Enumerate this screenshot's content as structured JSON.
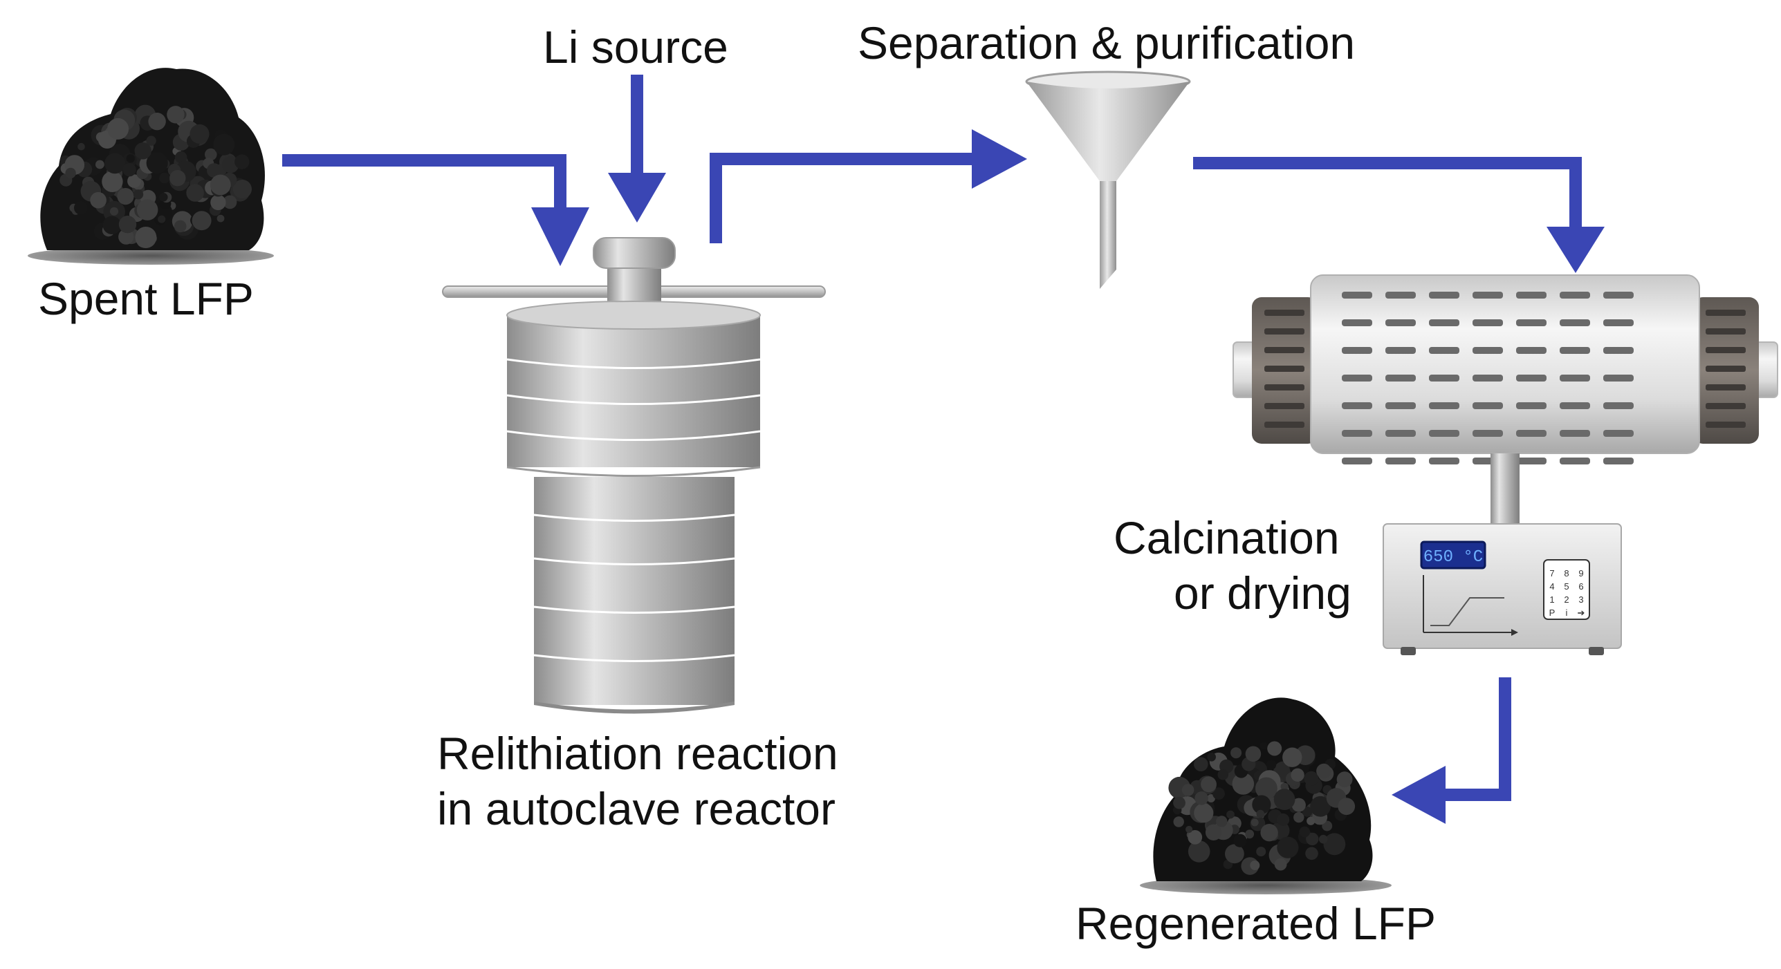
{
  "labels": {
    "spent_lfp": "Spent LFP",
    "li_source": "Li source",
    "separation": "Separation & purification",
    "relithiation_line1": "Relithiation reaction",
    "relithiation_line2": "in autoclave reactor",
    "calcination_line1": "Calcination",
    "calcination_line2": "or drying",
    "regenerated_lfp": "Regenerated LFP"
  },
  "controller": {
    "display": "650 °C",
    "keypad": [
      "7",
      "8",
      "9",
      "4",
      "5",
      "6",
      "1",
      "2",
      "3",
      "P",
      "i",
      "➔"
    ]
  },
  "colors": {
    "arrow": "#3a46b4",
    "powder": "#151515",
    "steel_dark": "#8e8e8e",
    "steel_light": "#dadada",
    "furnace_end": "#6b6560",
    "display_bg": "#1b2f8f",
    "display_text": "#6fb0ff"
  }
}
